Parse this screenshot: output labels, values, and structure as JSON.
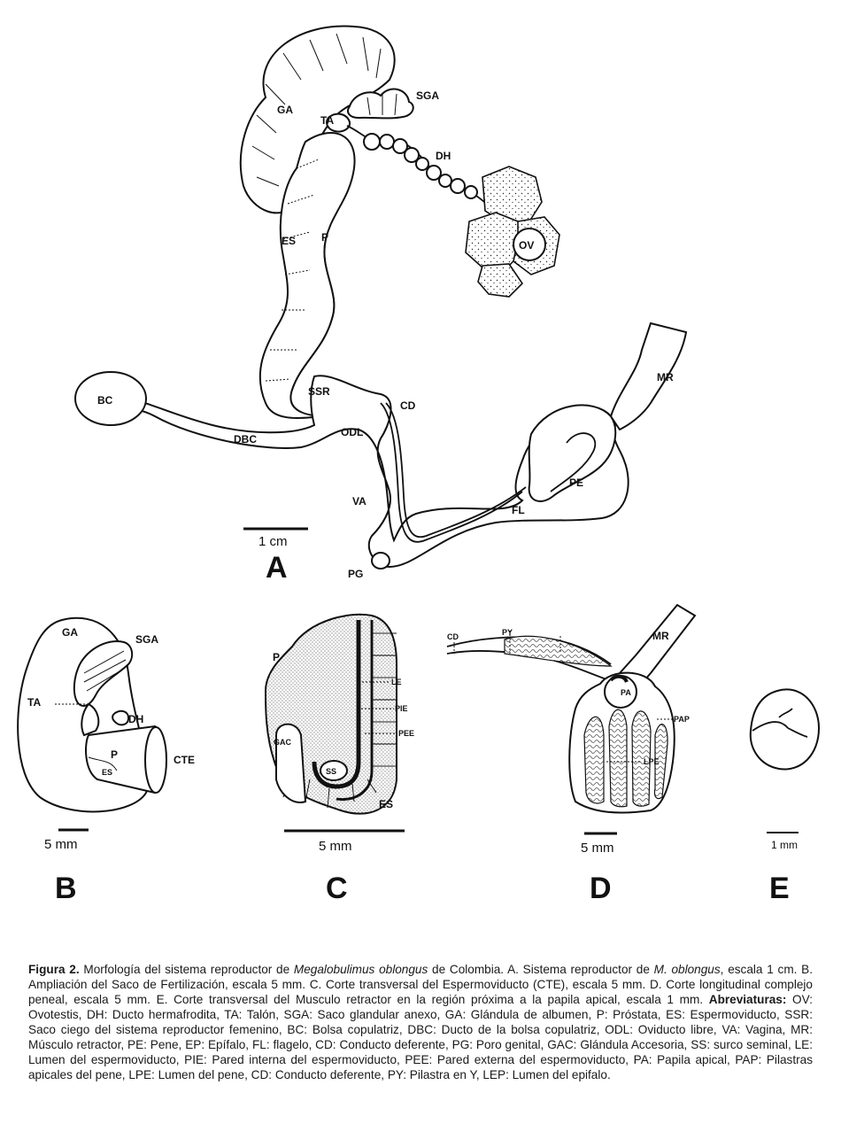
{
  "panels": {
    "A": {
      "letter": "A",
      "scale": "1 cm",
      "labels": {
        "ga": "GA",
        "ta": "TA",
        "sga": "SGA",
        "dh": "DH",
        "ov": "OV",
        "es": "ES",
        "p": "P",
        "ssr": "SSR",
        "cd": "CD",
        "mr": "MR",
        "bc": "BC",
        "dbc": "DBC",
        "odl": "ODL",
        "va": "VA",
        "pe": "PE",
        "fl": "FL",
        "pg": "PG"
      }
    },
    "B": {
      "letter": "B",
      "scale": "5 mm",
      "labels": {
        "ga": "GA",
        "sga": "SGA",
        "ta": "TA",
        "dh": "DH",
        "p": "P",
        "es": "ES",
        "cte": "CTE"
      }
    },
    "C": {
      "letter": "C",
      "scale": "5 mm",
      "labels": {
        "p": "P",
        "le": "LE",
        "pie": "PIE",
        "pee": "PEE",
        "gac": "GAC",
        "ss": "SS",
        "es": "ES"
      }
    },
    "D": {
      "letter": "D",
      "scale": "5 mm",
      "labels": {
        "cd": "CD",
        "py": "PY",
        "mr": "MR",
        "pa": "PA",
        "pap": "PAP",
        "lpe": "LPE"
      }
    },
    "E": {
      "letter": "E",
      "scale": "1 mm"
    }
  },
  "caption": {
    "figure_label": "Figura 2.",
    "part1": " Morfología del sistema reproductor de ",
    "species1": "Megalobulimus oblongus",
    "part2": " de Colombia.  A. Sistema reproductor de ",
    "species2": "M. oblongus",
    "part3": ", escala 1 cm. B. Ampliación del Saco de Fertilización, escala 5 mm. C. Corte transversal del Espermoviducto (CTE), escala 5 mm. D. Corte longitudinal complejo peneal, escala 5 mm. E. Corte transversal del Musculo retractor en la región próxima a la papila apical, escala 1 mm. ",
    "abbr_label": "Abreviaturas:",
    "abbr_text": " OV: Ovotestis, DH: Ducto hermafrodita, TA: Talón, SGA: Saco glandular anexo, GA: Glándula de albumen, P: Próstata, ES: Espermoviducto, SSR: Saco ciego del sistema reproductor femenino, BC: Bolsa copulatriz, DBC: Ducto de la bolsa copulatriz, ODL: Oviducto libre, VA: Vagina, MR: Músculo retractor, PE: Pene, EP: Epífalo, FL: flagelo, CD: Conducto deferente, PG: Poro genital, GAC: Glándula Accesoria, SS: surco seminal, LE: Lumen del espermoviducto, PIE: Pared interna del espermoviducto, PEE: Pared externa del espermoviducto, PA: Papila apical, PAP: Pilastras apicales del pene, LPE: Lumen del pene, CD: Conducto deferente, PY: Pilastra en Y, LEP: Lumen del epifalo."
  }
}
